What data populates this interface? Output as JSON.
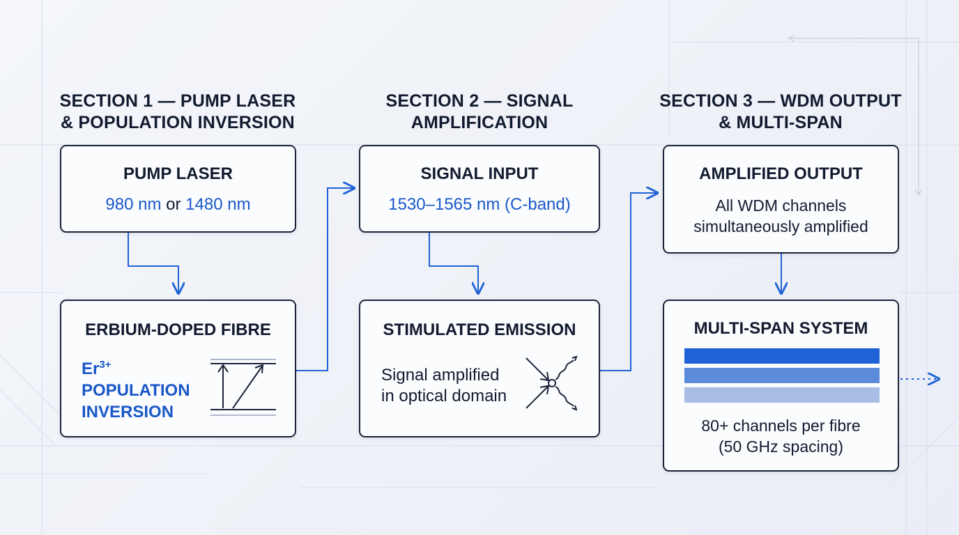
{
  "sections": [
    {
      "title_line1": "SECTION 1 — PUMP LASER",
      "title_line2": "& POPULATION INVERSION"
    },
    {
      "title_line1": "SECTION 2 — SIGNAL",
      "title_line2": "AMPLIFICATION"
    },
    {
      "title_line1": "SECTION 3 — WDM OUTPUT",
      "title_line2": "& MULTI-SPAN"
    }
  ],
  "boxes": {
    "pump_laser": {
      "title": "PUMP LASER",
      "value_a": "980 nm",
      "connector": "or",
      "value_b": "1480 nm"
    },
    "erbium_fibre": {
      "title": "ERBIUM-DOPED FIBRE",
      "ion": "Er",
      "ion_charge": "3+",
      "label_line1": "POPULATION",
      "label_line2": "INVERSION",
      "diagram_icon": "energy-level-transition-icon"
    },
    "signal_input": {
      "title": "SIGNAL INPUT",
      "band": "1530–1565 nm (C-band)"
    },
    "stimulated_emission": {
      "title": "STIMULATED EMISSION",
      "line1": "Signal amplified",
      "line2": "in optical domain",
      "diagram_icon": "photon-emission-icon"
    },
    "amplified_output": {
      "title": "AMPLIFIED OUTPUT",
      "line1": "All WDM channels",
      "line2": "simultaneously amplified"
    },
    "multi_span": {
      "title": "MULTI-SPAN SYSTEM",
      "line1": "80+ channels per fibre",
      "line2": "(50 GHz spacing)",
      "channel_icon": "wdm-channel-bars-icon"
    }
  },
  "colors": {
    "accent": "#1858c8",
    "border": "#1a2338",
    "connector": "#1f62d6"
  }
}
